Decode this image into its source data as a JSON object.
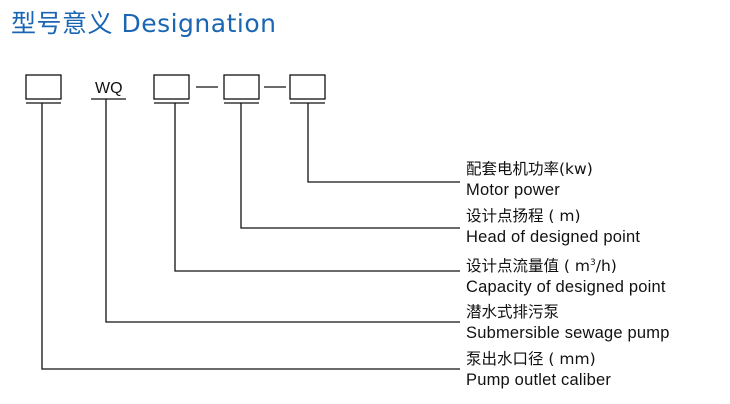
{
  "title": "型号意义 Designation",
  "model_code": {
    "series": "WQ"
  },
  "labels": [
    {
      "cn": "配套电机功率(kw)",
      "en": "Motor power"
    },
    {
      "cn": "设计点扬程 ( m)",
      "en": "Head of designed point"
    },
    {
      "cn_pre": "设计点流量值 ( m",
      "cn_sup": "3",
      "cn_post": "/h)",
      "en": "Capacity of designed point"
    },
    {
      "cn": "潜水式排污泵",
      "en": "Submersible sewage pump"
    },
    {
      "cn": "泵出水口径 ( mm)",
      "en": "Pump outlet caliber"
    }
  ],
  "colors": {
    "title": "#1a66b3",
    "lines": "#111111"
  }
}
